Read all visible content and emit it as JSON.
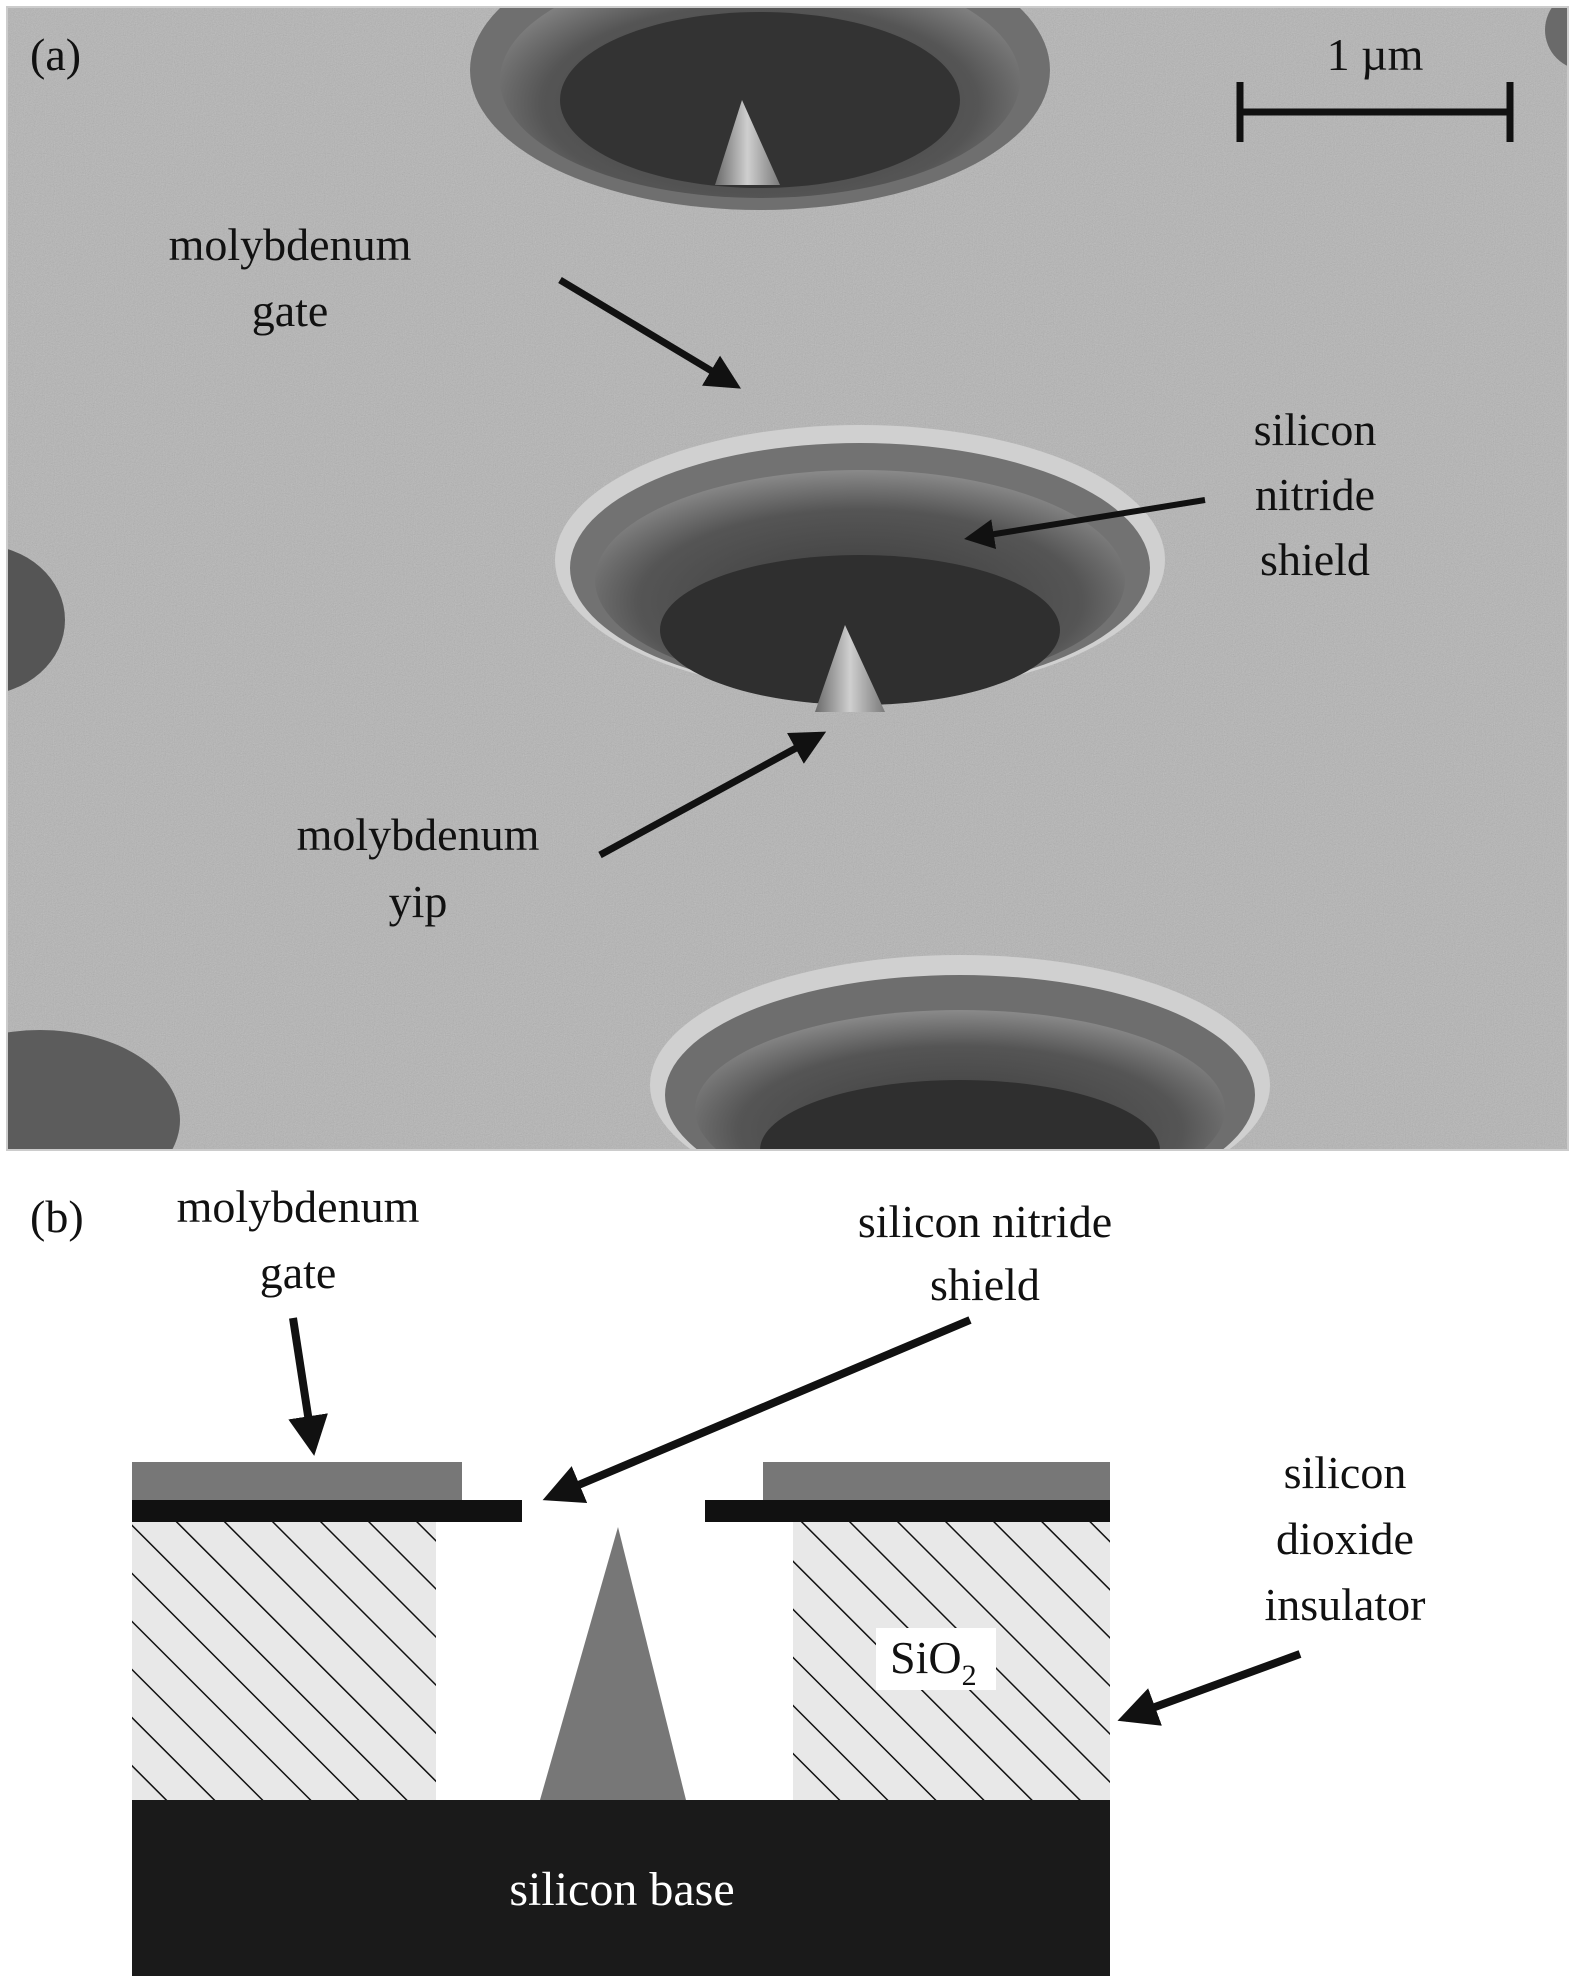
{
  "panel_a": {
    "label": "(a)",
    "scale_bar": "1 µm",
    "labels": {
      "gate_line1": "molybdenum",
      "gate_line2": "gate",
      "shield_line1": "silicon",
      "shield_line2": "nitride",
      "shield_line3": "shield",
      "tip_line1": "molybdenum",
      "tip_line2": "yip"
    }
  },
  "panel_b": {
    "label": "(b)",
    "labels": {
      "gate_line1": "molybdenum",
      "gate_line2": "gate",
      "shield_line1": "silicon nitride",
      "shield_line2": "shield",
      "insulator_line1": "silicon",
      "insulator_line2": "dioxide",
      "insulator_line3": "insulator",
      "sio2_main": "SiO",
      "sio2_sub": "2",
      "base": "silicon base"
    }
  },
  "colors": {
    "sem_surface": "#b4b4b4",
    "molybdenum": "#777777",
    "nitride": "#111111",
    "silicon_base": "#1a1a1a",
    "oxide_fill": "#e8e8e8"
  }
}
